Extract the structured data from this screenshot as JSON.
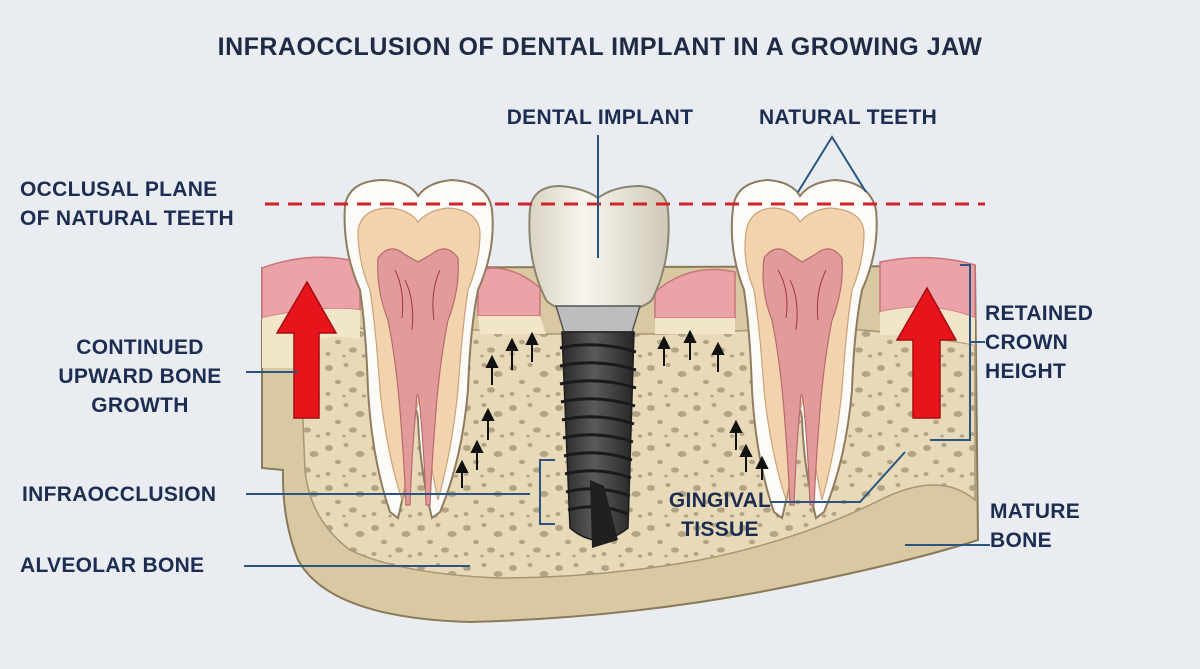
{
  "title": "INFRAOCCLUSION OF DENTAL IMPLANT IN A GROWING JAW",
  "labels": {
    "dental_implant": "DENTAL IMPLANT",
    "natural_teeth": "NATURAL TEETH",
    "occlusal_plane": [
      "OCCLUSAL PLANE",
      "OF NATURAL TEETH"
    ],
    "continued_growth": [
      "CONTINUED",
      "UPWARD BONE",
      "GROWTH"
    ],
    "infraocclusion": "INFRAOCCLUSION",
    "alveolar_bone": "ALVEOLAR BONE",
    "gingival_tissue": [
      "GINGIVAL",
      "TISSUE"
    ],
    "retained_crown_height": [
      "RETAINED",
      "CROWN",
      "HEIGHT"
    ],
    "mature_bone": [
      "MATURE",
      "BONE"
    ]
  },
  "colors": {
    "background": "#e9edf1",
    "label_text": "#1d2d52",
    "leader_line": "#2a5580",
    "occlusal_line": "#d1232a",
    "growth_arrow": "#e8141b",
    "gum": "#eba3a8",
    "bone": "#e8dab9",
    "mature_bone": "#d8c9a2",
    "enamel": "#ffffff",
    "dentin": "#f3d2ae",
    "pulp": "#e29b9b",
    "implant_crown": "#efece1",
    "implant_screw": "#3e3e3e"
  }
}
